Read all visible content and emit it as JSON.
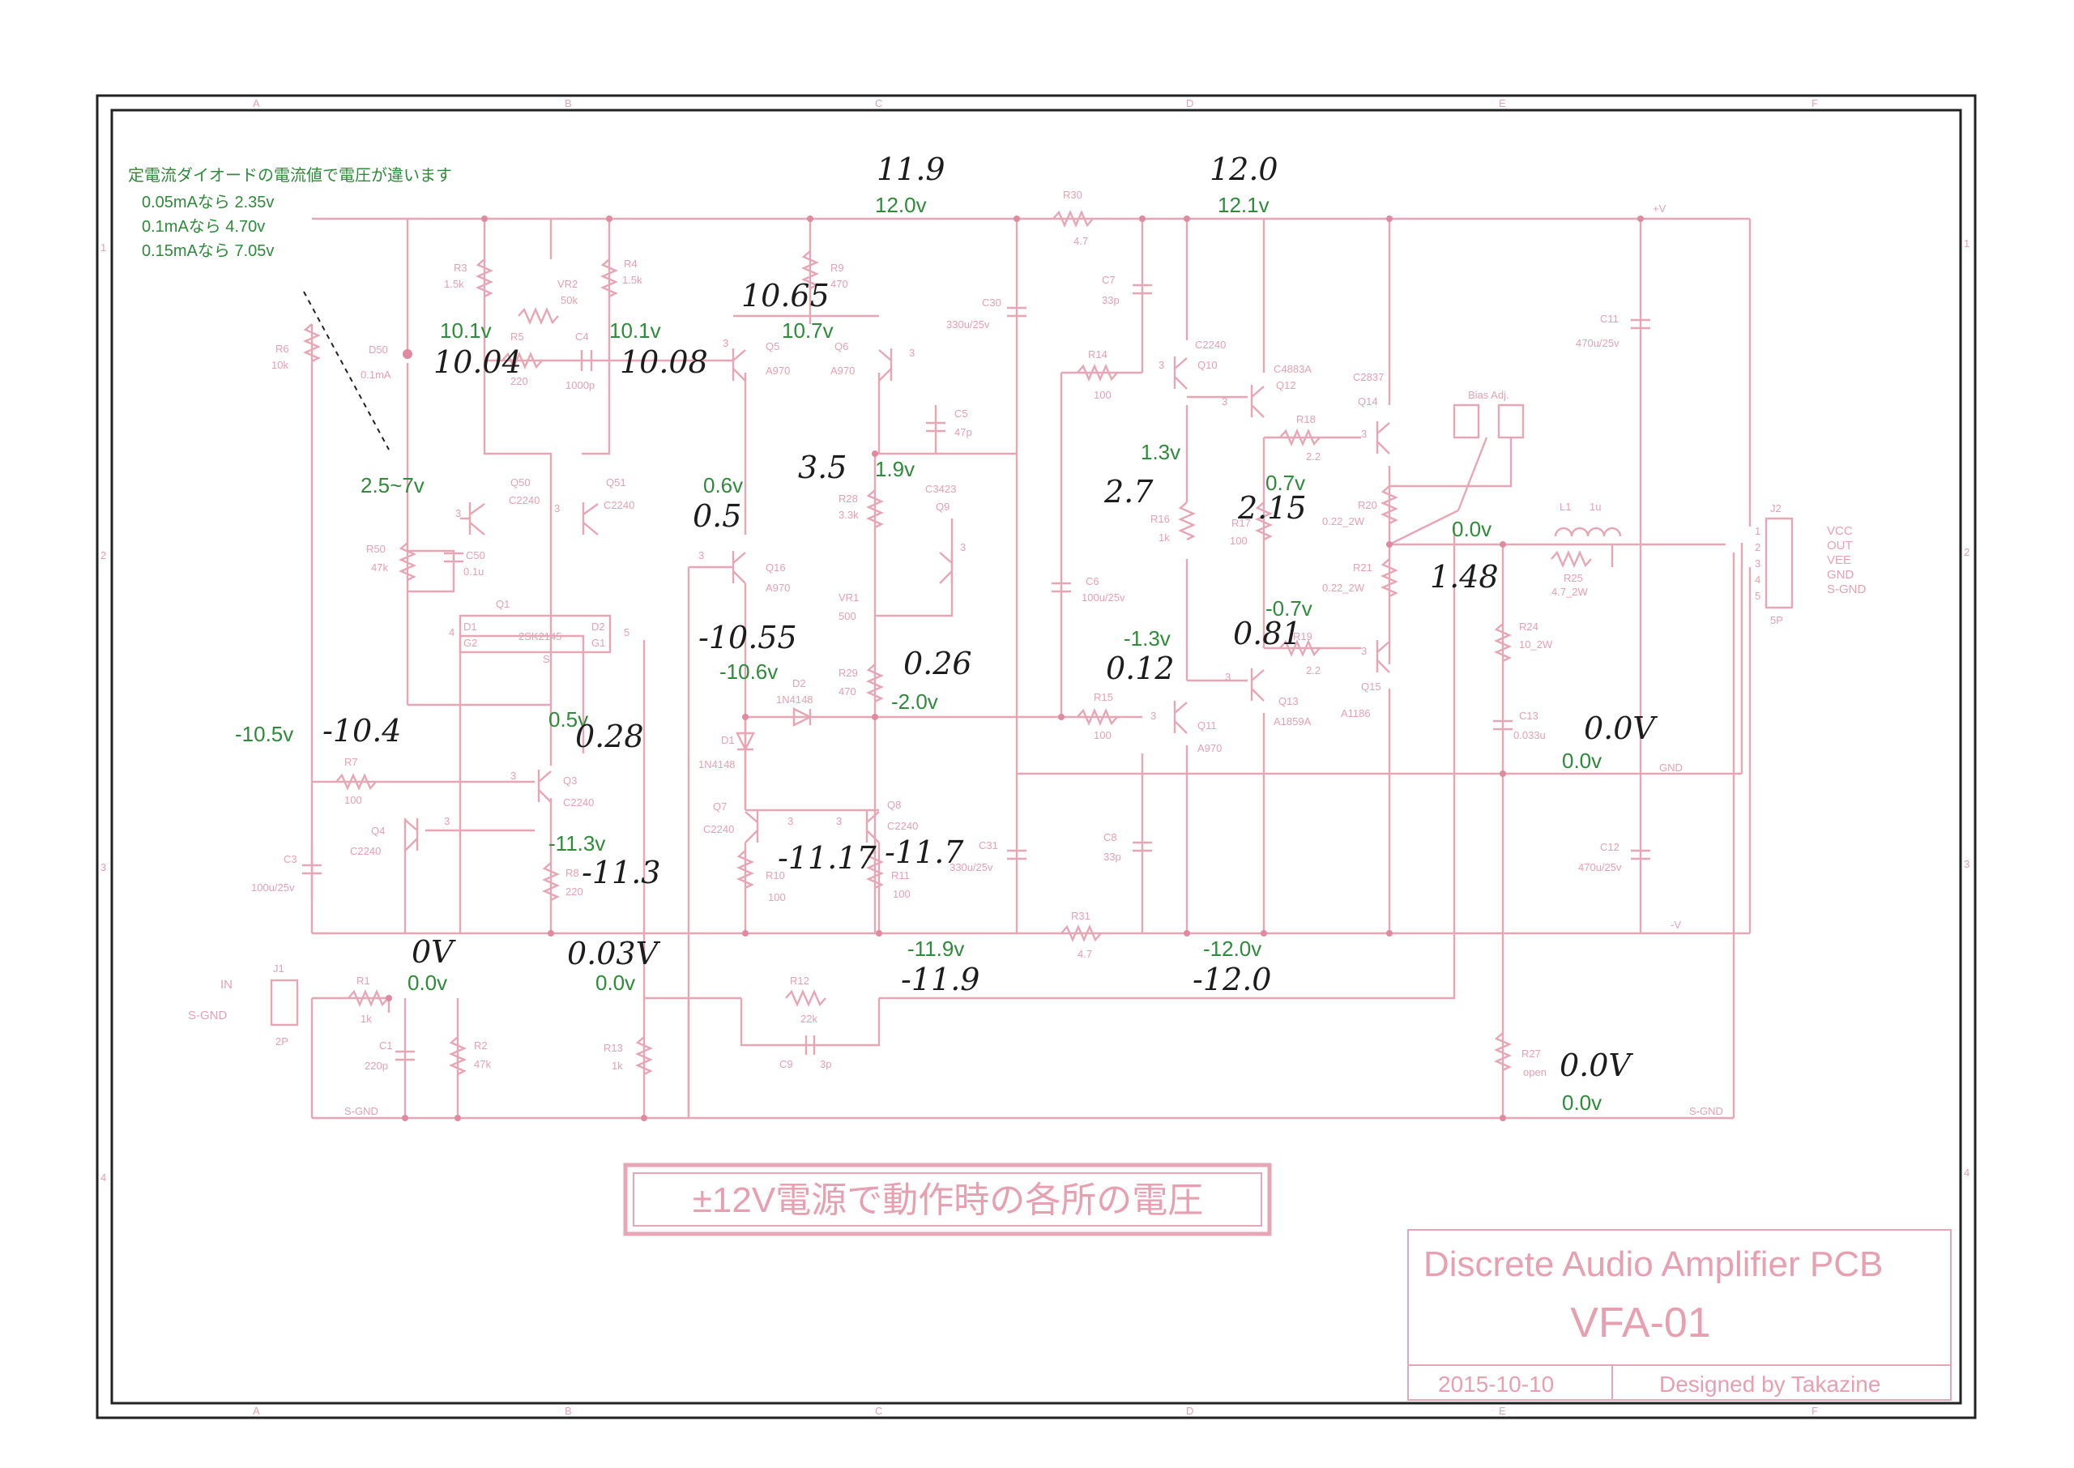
{
  "border": {
    "columns": [
      "A",
      "B",
      "C",
      "D",
      "E",
      "F"
    ],
    "rows": [
      "1",
      "2",
      "3",
      "4"
    ]
  },
  "note": {
    "line1": "定電流ダイオードの電流値で電圧が違います",
    "line2": "0.05mAなら  2.35v",
    "line3": "0.1mAなら  4.70v",
    "line4": "0.15mAなら 7.05v"
  },
  "components": {
    "R3": {
      "ref": "R3",
      "val": "1.5k"
    },
    "VR2": {
      "ref": "VR2",
      "val": "50k"
    },
    "R4": {
      "ref": "R4",
      "val": "1.5k"
    },
    "R9": {
      "ref": "R9",
      "val": "470"
    },
    "R30": {
      "ref": "R30",
      "val": "4.7"
    },
    "R6": {
      "ref": "R6",
      "val": "10k"
    },
    "D50": {
      "ref": "D50",
      "val": "0.1mA"
    },
    "R5": {
      "ref": "R5",
      "val": "220"
    },
    "C4": {
      "ref": "C4",
      "val": "1000p"
    },
    "Q5": {
      "ref": "Q5",
      "val": "A970"
    },
    "Q6": {
      "ref": "Q6",
      "val": "A970"
    },
    "C30": {
      "ref": "C30",
      "val": "330u/25v"
    },
    "C7": {
      "ref": "C7",
      "val": "33p"
    },
    "R14": {
      "ref": "R14",
      "val": "100"
    },
    "Q10": {
      "ref": "Q10",
      "val": "C2240"
    },
    "Q12": {
      "ref": "Q12",
      "val": "C4883A"
    },
    "Q14": {
      "ref": "Q14",
      "val": "C2837"
    },
    "C11": {
      "ref": "C11",
      "val": "470u/25v"
    },
    "C5": {
      "ref": "C5",
      "val": "47p"
    },
    "R18": {
      "ref": "R18",
      "val": "2.2"
    },
    "R20": {
      "ref": "R20",
      "val": "0.22_2W"
    },
    "Q50": {
      "ref": "Q50",
      "val": "C2240"
    },
    "Q51": {
      "ref": "Q51",
      "val": "C2240"
    },
    "R28": {
      "ref": "R28",
      "val": "3.3k"
    },
    "Q9": {
      "ref": "Q9",
      "val": "C3423"
    },
    "R50": {
      "ref": "R50",
      "val": "47k"
    },
    "C50": {
      "ref": "C50",
      "val": "0.1u"
    },
    "Q16": {
      "ref": "Q16",
      "val": "A970"
    },
    "VR1": {
      "ref": "VR1",
      "val": "500"
    },
    "C6": {
      "ref": "C6",
      "val": "100u/25v"
    },
    "R16": {
      "ref": "R16",
      "val": "1k"
    },
    "R17": {
      "ref": "R17",
      "val": "100"
    },
    "L1": {
      "ref": "L1",
      "val": "1u"
    },
    "R25": {
      "ref": "R25",
      "val": "4.7_2W"
    },
    "R21": {
      "ref": "R21",
      "val": "0.22_2W"
    },
    "Q1": {
      "ref": "Q1",
      "val": "2SK2145"
    },
    "R24": {
      "ref": "R24",
      "val": "10_2W"
    },
    "R19": {
      "ref": "R19",
      "val": "2.2"
    },
    "R29": {
      "ref": "R29",
      "val": "470"
    },
    "D2": {
      "ref": "D2",
      "val": "1N4148"
    },
    "R15": {
      "ref": "R15",
      "val": "100"
    },
    "Q11": {
      "ref": "Q11",
      "val": "A970"
    },
    "Q13": {
      "ref": "Q13",
      "val": "A1859A"
    },
    "Q15": {
      "ref": "Q15",
      "val": "A1186"
    },
    "D1": {
      "ref": "D1",
      "val": "1N4148"
    },
    "C13": {
      "ref": "C13",
      "val": "0.033u"
    },
    "R7": {
      "ref": "R7",
      "val": "100"
    },
    "Q3": {
      "ref": "Q3",
      "val": "C2240"
    },
    "Q4": {
      "ref": "Q4",
      "val": "C2240"
    },
    "Q7": {
      "ref": "Q7",
      "val": "C2240"
    },
    "Q8": {
      "ref": "Q8",
      "val": "C2240"
    },
    "C3": {
      "ref": "C3",
      "val": "100u/25v"
    },
    "R8": {
      "ref": "R8",
      "val": "220"
    },
    "R10": {
      "ref": "R10",
      "val": "100"
    },
    "R11": {
      "ref": "R11",
      "val": "100"
    },
    "C31": {
      "ref": "C31",
      "val": "330u/25v"
    },
    "C8": {
      "ref": "C8",
      "val": "33p"
    },
    "C12": {
      "ref": "C12",
      "val": "470u/25v"
    },
    "R31": {
      "ref": "R31",
      "val": "4.7"
    },
    "J1": {
      "ref": "J1",
      "val": "2P"
    },
    "R1": {
      "ref": "R1",
      "val": "1k"
    },
    "R12": {
      "ref": "R12",
      "val": "22k"
    },
    "C1": {
      "ref": "C1",
      "val": "220p"
    },
    "R2": {
      "ref": "R2",
      "val": "47k"
    },
    "R13": {
      "ref": "R13",
      "val": "1k"
    },
    "C9": {
      "ref": "C9",
      "val": "3p"
    },
    "R27": {
      "ref": "R27",
      "val": "open"
    },
    "J2": {
      "ref": "J2",
      "val": "5P"
    }
  },
  "nets": {
    "vplus": "+V",
    "vminus": "-V",
    "gnd": "GND",
    "sgnd": "S-GND",
    "bias": "Bias Adj.",
    "in_label1": "IN",
    "in_label2": "S-GND"
  },
  "connector": {
    "pins": [
      "1",
      "2",
      "3",
      "4",
      "5"
    ],
    "labels": [
      "VCC",
      "OUT",
      "VEE",
      "GND",
      "S-GND"
    ]
  },
  "q1_pins": {
    "d1": "D1",
    "g2": "G2",
    "s": "S",
    "d2": "D2",
    "g1": "G1",
    "p4": "4",
    "p5": "5"
  },
  "pin3": "3",
  "printed_voltages": {
    "top_c": "12.0v",
    "top_d": "12.1v",
    "r3_node": "10.1v",
    "r4_node": "10.1v",
    "q6_node": "10.7v",
    "cap_diode": "2.5~7v",
    "q16_base": "0.6v",
    "q9_node": "1.9v",
    "q10_out": "1.3v",
    "q12_out": "0.7v",
    "output": "0.0v",
    "q13_in": "-0.7v",
    "q11_node": "-1.3v",
    "q16_emit": "-10.6v",
    "r29_node": "-2.0v",
    "left_neg": "-10.5v",
    "q3_node": "0.5v",
    "q3_emit": "-11.3v",
    "gnd_right": "0.0v",
    "in_node": "0.0v",
    "fb_node": "0.0v",
    "vee_c": "-11.9v",
    "vee_d": "-12.0v",
    "r27_node": "0.0v"
  },
  "measured_voltages": {
    "top_c": "11.9",
    "top_d": "12.0",
    "q5_in": "10.65",
    "r5_node": "10.04",
    "c4_node": "10.08",
    "q9_mid": "3.5",
    "q10_mid": "2.7",
    "q12_mid": "2.15",
    "q16_base": "0.5",
    "output": "1.48",
    "q13_node": "0.81",
    "q16_emit": "-10.55",
    "r29_node": "0.26",
    "q11_node": "0.12",
    "left_neg": "-10.4",
    "q3_node": "0.28",
    "gnd_right": "0.0V",
    "q7_node": "-11.17",
    "q8_node": "-11.7",
    "q3_emit": "-11.3",
    "in_node": "0V",
    "fb_node": "0.03V",
    "vee_c": "-11.9",
    "vee_d": "-12.0",
    "r27_node": "0.0V"
  },
  "banner": "±12V電源で動作時の各所の電圧",
  "title_block": {
    "title": "Discrete Audio Amplifier PCB",
    "model": "VFA-01",
    "date": "2015-10-10",
    "designer": "Designed by Takazine"
  },
  "colors": {
    "schematic": "#e7a6b6",
    "printed_values": "#2e8b3a",
    "handwritten": "#1c1c1c",
    "frame": "#222222"
  }
}
